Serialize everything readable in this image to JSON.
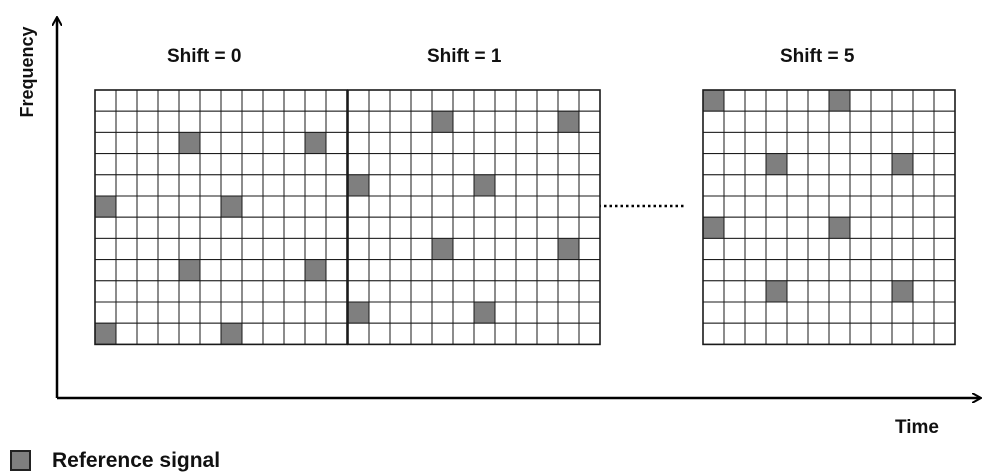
{
  "axes": {
    "y_label": "Frequency",
    "x_label": "Time"
  },
  "grids": [
    {
      "title": "Shift = 0",
      "rows": 12,
      "cols": 12,
      "shaded": [
        [
          2,
          4
        ],
        [
          2,
          10
        ],
        [
          5,
          0
        ],
        [
          5,
          6
        ],
        [
          8,
          4
        ],
        [
          8,
          10
        ],
        [
          11,
          0
        ],
        [
          11,
          6
        ]
      ]
    },
    {
      "title": "Shift = 1",
      "rows": 12,
      "cols": 12,
      "shaded": [
        [
          1,
          4
        ],
        [
          1,
          10
        ],
        [
          4,
          0
        ],
        [
          4,
          6
        ],
        [
          7,
          4
        ],
        [
          7,
          10
        ],
        [
          10,
          0
        ],
        [
          10,
          6
        ]
      ]
    },
    {
      "title": "Shift = 5",
      "rows": 12,
      "cols": 12,
      "shaded": [
        [
          0,
          0
        ],
        [
          0,
          6
        ],
        [
          3,
          3
        ],
        [
          3,
          9
        ],
        [
          6,
          0
        ],
        [
          6,
          6
        ],
        [
          9,
          3
        ],
        [
          9,
          9
        ]
      ]
    }
  ],
  "legend": {
    "label": "Reference signal",
    "color": "#7f7f7f"
  },
  "colors": {
    "cell_fill": "#ffffff",
    "shaded_fill": "#7f7f7f",
    "grid_line": "#1a1a1a"
  }
}
